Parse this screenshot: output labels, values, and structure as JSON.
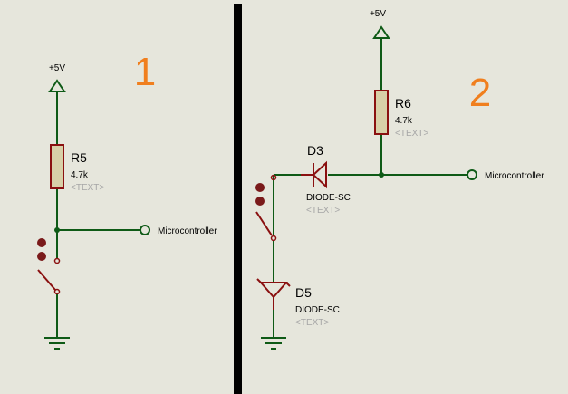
{
  "colors": {
    "background": "#e6e6dc",
    "wire": "#0e5a16",
    "component": "#8a1010",
    "resistor_fill": "#d8d0a8",
    "section_number": "#f07f1e",
    "divider": "#000000",
    "template_text": "#a6a6a6"
  },
  "circuit1": {
    "section_number": "1",
    "power_label": "+5V",
    "resistor": {
      "ref": "R5",
      "value": "4.7k",
      "template": "<TEXT>"
    },
    "terminal_label": "Microcontroller"
  },
  "circuit2": {
    "section_number": "2",
    "power_label": "+5V",
    "resistor": {
      "ref": "R6",
      "value": "4.7k",
      "template": "<TEXT>"
    },
    "diode_top": {
      "ref": "D3",
      "type": "DIODE-SC",
      "template": "<TEXT>"
    },
    "diode_bottom": {
      "ref": "D5",
      "type": "DIODE-SC",
      "template": "<TEXT>"
    },
    "terminal_label": "Microcontroller"
  }
}
